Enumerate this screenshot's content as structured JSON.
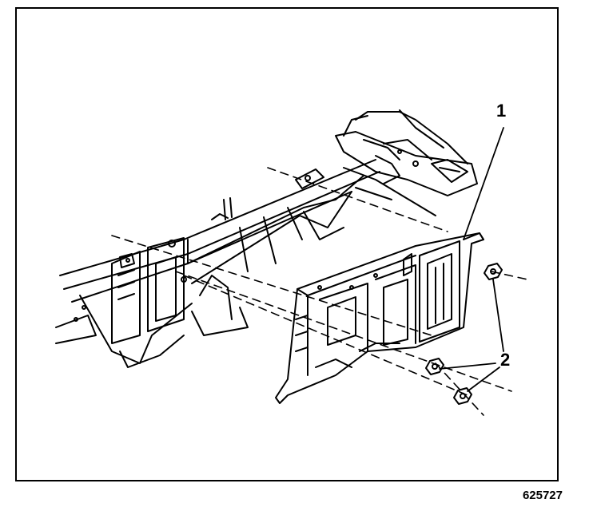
{
  "callouts": {
    "bracket": "1",
    "nuts": "2"
  },
  "figure_number": "625727",
  "colors": {
    "ink": "#000000",
    "paper": "#ffffff"
  }
}
